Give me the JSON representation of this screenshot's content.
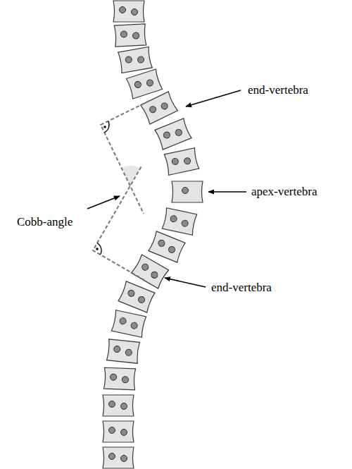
{
  "diagram": {
    "labels": [
      "end-vertebra",
      "apex-vertebra",
      "end-vertebra",
      "Cobb-angle"
    ]
  }
}
